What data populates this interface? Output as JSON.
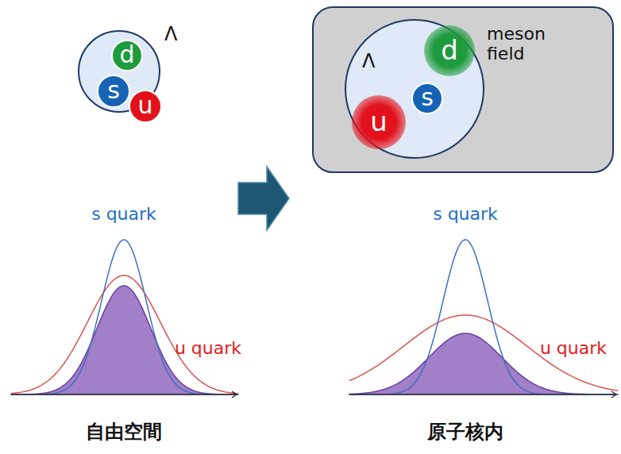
{
  "diagram": {
    "nodes": [
      {
        "text": [
          "Λ"
        ]
      },
      {
        "text": [
          "d"
        ],
        "in": 0
      },
      {
        "text": [
          "s"
        ],
        "in": 0
      },
      {
        "text": [
          "u"
        ],
        "in": 0
      },
      {
        "text": [
          "meson field"
        ]
      },
      {
        "text": [
          "Λ"
        ],
        "in": 4
      },
      {
        "text": [
          "d"
        ],
        "in": 5
      },
      {
        "text": [
          "s"
        ],
        "in": 5
      },
      {
        "text": [
          "u"
        ],
        "in": 5
      }
    ],
    "labels": [
      "s quark",
      "u quark",
      "自由空間",
      "s quark",
      "u quark",
      "原子核内"
    ]
  }
}
